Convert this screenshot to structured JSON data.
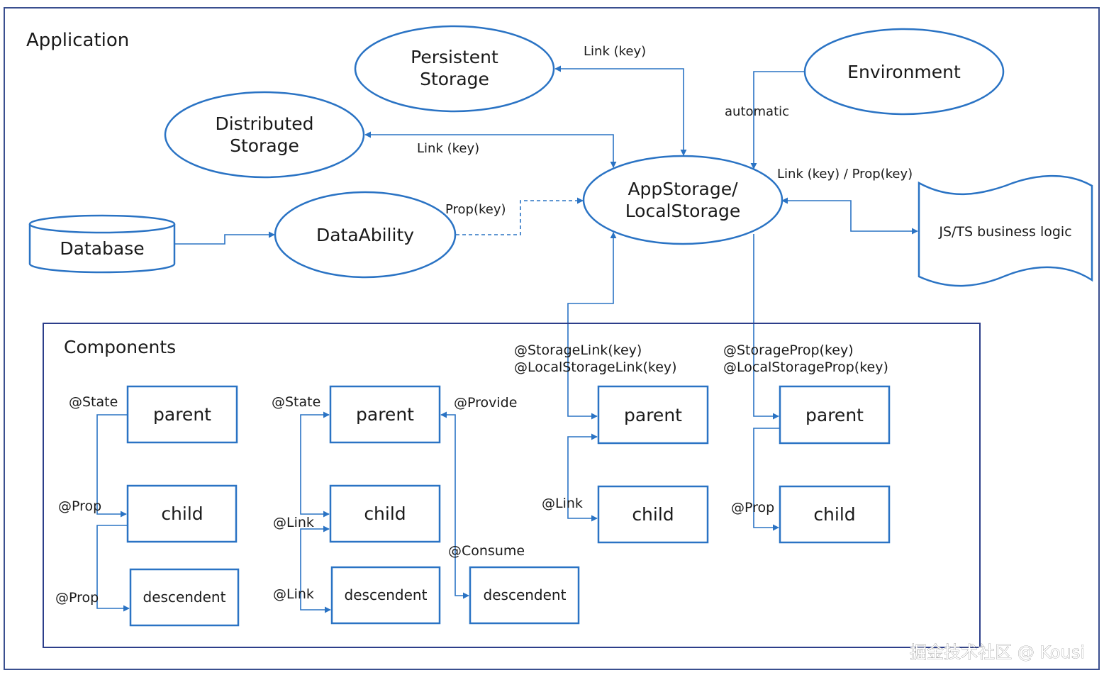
{
  "application": {
    "title": "Application"
  },
  "storages": {
    "persistent_line1": "Persistent",
    "persistent_line2": "Storage",
    "environment": "Environment",
    "distributed_line1": "Distributed",
    "distributed_line2": "Storage",
    "appstorage_line1": "AppStorage/",
    "appstorage_line2": "LocalStorage",
    "dataability": "DataAbility",
    "database": "Database",
    "business_logic": "JS/TS business logic"
  },
  "edges": {
    "persistent_link": "Link (key)",
    "environment_automatic": "automatic",
    "distributed_link": "Link (key)",
    "dataability_prop": "Prop(key)",
    "business_link_prop": "Link (key) / Prop(key)",
    "storage_link_line1": "@StorageLink(key)",
    "storage_link_line2": "@LocalStorageLink(key)",
    "storage_prop_line1": "@StorageProp(key)",
    "storage_prop_line2": "@LocalStorageProp(key)"
  },
  "components": {
    "title": "Components",
    "group1": {
      "parent": "parent",
      "child": "child",
      "descendent": "descendent",
      "state": "@State",
      "prop1": "@Prop",
      "prop2": "@Prop"
    },
    "group2": {
      "parent": "parent",
      "child": "child",
      "descendent": "descendent",
      "descendent2": "descendent",
      "state": "@State",
      "link1": "@Link",
      "link2": "@Link",
      "provide": "@Provide",
      "consume": "@Consume"
    },
    "group3": {
      "parent": "parent",
      "child": "child",
      "link": "@Link"
    },
    "group4": {
      "parent": "parent",
      "child": "child",
      "prop": "@Prop"
    }
  },
  "watermark": "掘金技术社区 @ Kousi",
  "colors": {
    "line": "#2a73c4",
    "frame": "#2c3e8a",
    "text": "#1a1a1a"
  }
}
